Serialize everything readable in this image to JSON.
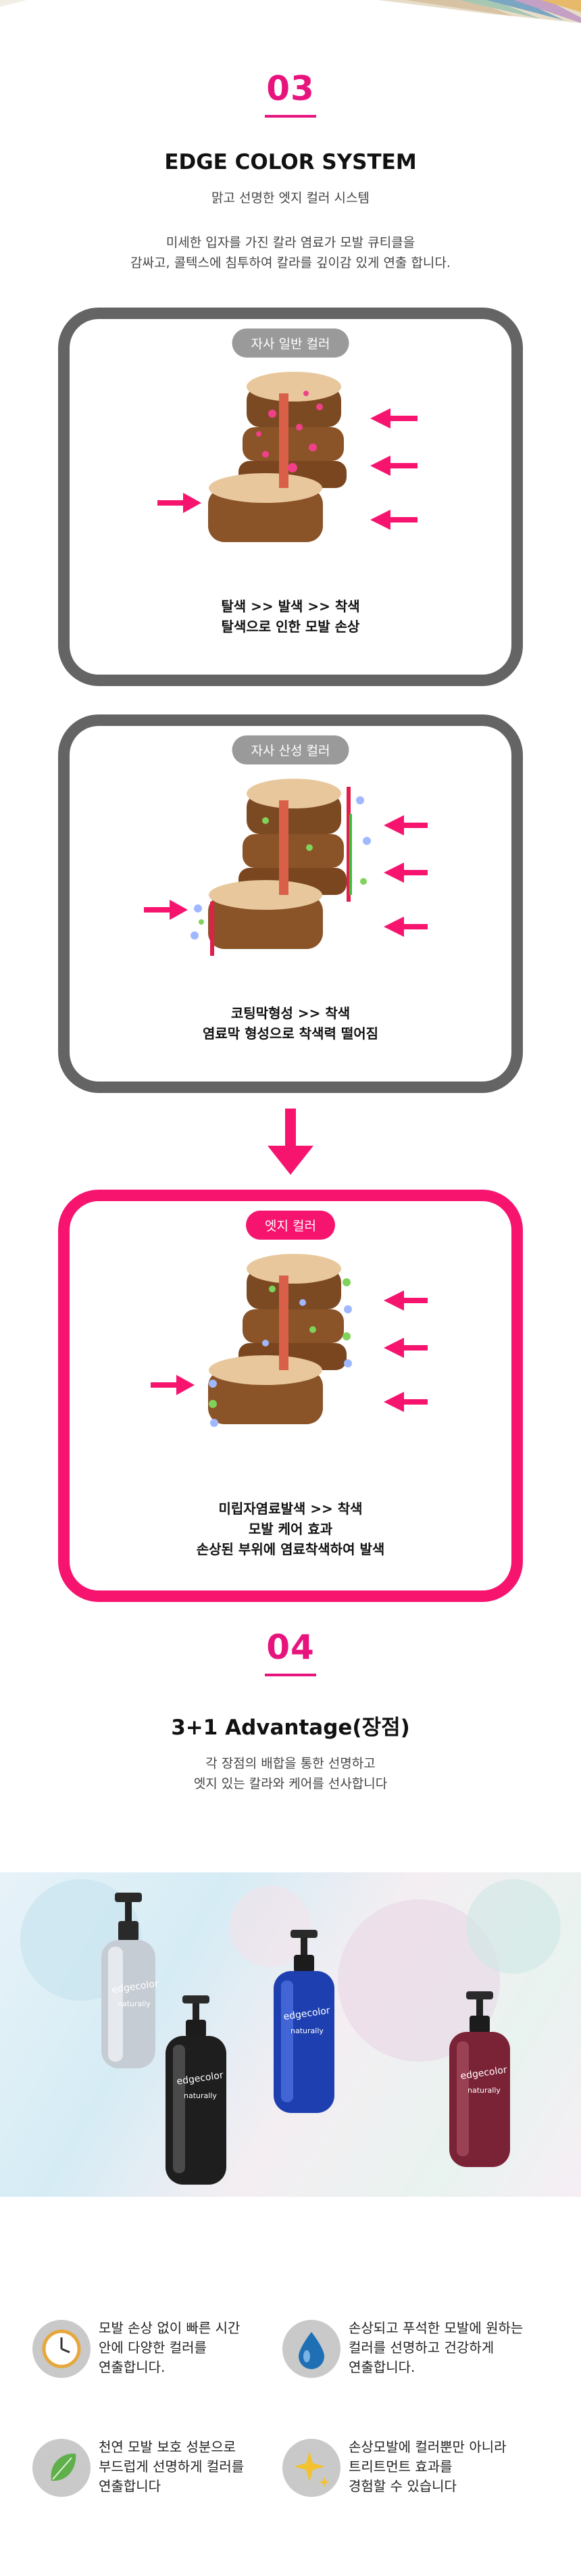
{
  "section3": {
    "number": "03",
    "title": "EDGE COLOR SYSTEM",
    "subtitle": "맑고 선명한 엣지 컬러 시스템",
    "desc_line1": "미세한 입자를 가진 칼라 염료가 모발 큐티클을",
    "desc_line2": "감싸고, 콜텍스에 침투하여 칼라를 깊이감 있게 연출 합니다."
  },
  "panels": [
    {
      "label": "자사 일반 컬러",
      "caption_line1": "탈색 >> 발색 >> 착색",
      "caption_line2": "탈색으로 인한 모발 손상",
      "caption_line3": ""
    },
    {
      "label": "자사 산성 컬러",
      "caption_line1": "코팅막형성 >> 착색",
      "caption_line2": "염료막 형성으로 착색력 떨어짐",
      "caption_line3": ""
    },
    {
      "label": "엣지 컬러",
      "caption_line1": "미립자염료발색 >> 착색",
      "caption_line2": "모발 케어 효과",
      "caption_line3": "손상된 부위에 염료착색하여 발색"
    }
  ],
  "section4": {
    "number": "04",
    "title": "3+1 Advantage(장점)",
    "desc_line1": "각 장점의 배합을 통한 선명하고",
    "desc_line2": "엣지 있는 칼라와 케어를 선사합니다"
  },
  "products": {
    "brand": "edgecolor",
    "tagline": "naturally"
  },
  "advantages": [
    {
      "icon": "clock-icon",
      "line1": "모발 손상 없이 빠른 시간",
      "line2": "안에 다양한 컬러를",
      "line3": "연출합니다."
    },
    {
      "icon": "water-drop-icon",
      "line1": "손상되고 푸석한 모발에 원하는",
      "line2": "컬러를 선명하고 건강하게",
      "line3": "연출합니다."
    },
    {
      "icon": "leaf-icon",
      "line1": "천연 모발 보호 성분으로",
      "line2": "부드럽게 선명하게 컬러를",
      "line3": "연출합니다"
    },
    {
      "icon": "sparkle-icon",
      "line1": "손상모발에 컬러뿐만 아니라",
      "line2": "트리트먼트 효과를",
      "line3": "경험할 수 있습니다"
    }
  ],
  "colors": {
    "accent": "#e8147e",
    "frame_gray": "#646464",
    "frame_pink": "#f6146f"
  }
}
